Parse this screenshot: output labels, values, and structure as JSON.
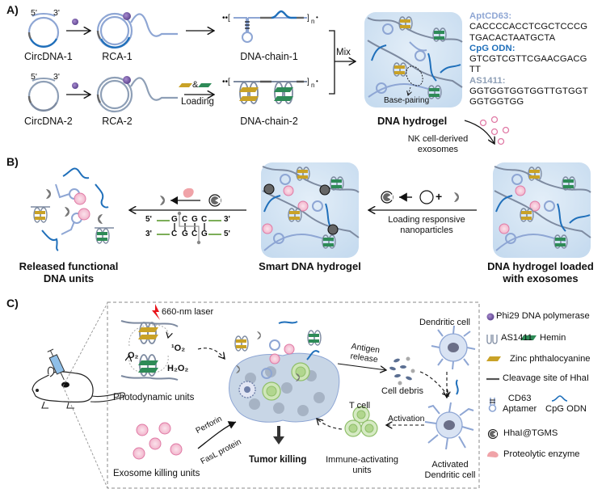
{
  "figure": {
    "panels": {
      "a": "A)",
      "b": "B)",
      "c": "C)"
    },
    "panel_a": {
      "row1": {
        "circ": "CircDNA-1",
        "rca": "RCA-1",
        "chain": "DNA-chain-1"
      },
      "row2": {
        "circ": "CircDNA-2",
        "rca": "RCA-2",
        "chain": "DNA-chain-2",
        "loading": "Loading",
        "amp": "&"
      },
      "ends": {
        "five": "5'",
        "three": "3'"
      },
      "repeat_n": "n",
      "mix": "Mix",
      "base_pairing": "Base-pairing",
      "hydrogel": "DNA hydrogel",
      "sequences": [
        {
          "name": "AptCD63:",
          "lines": [
            "CACCCCACCTCGCTCCCG",
            "TGACACTAATGCTA"
          ]
        },
        {
          "name": "CpG ODN:",
          "lines": [
            "GTCGTCGTTCGAACGACG",
            "TT"
          ]
        },
        {
          "name": "AS1411:",
          "lines": [
            "GGTGGTGGTGGTTGTGGT",
            "GGTGGTGG"
          ]
        }
      ]
    },
    "panel_b": {
      "nk_exosomes": [
        "NK cell-derived",
        "exosomes"
      ],
      "loaded": [
        "DNA hydrogel loaded",
        "with exosomes"
      ],
      "loading_np": [
        "Loading responsive",
        "nanoparticles"
      ],
      "smart": "Smart DNA hydrogel",
      "released": [
        "Released functional",
        "DNA units"
      ],
      "plus": "+",
      "cleavage": {
        "top": [
          "5'",
          "G",
          "C",
          "G",
          "C",
          "3'"
        ],
        "bottom": [
          "3'",
          "C",
          "G",
          "C",
          "G",
          "5'"
        ]
      }
    },
    "panel_c": {
      "laser": "660-nm laser",
      "singlet_o2": "¹O₂",
      "o2": "O₂",
      "h2o2": "H₂O₂",
      "photodynamic": "Photodynamic units",
      "exosome_units": "Exosome killing units",
      "perforin": "Perforin",
      "fasl": "FasL protein",
      "tumor_killing": "Tumor killing",
      "antigen": [
        "Antigen",
        "release"
      ],
      "cell_debris": "Cell debris",
      "dendritic": "Dendritic cell",
      "activated_dc": [
        "Activated",
        "Dendritic cell"
      ],
      "activation": "Activation",
      "t_cell": "T cell",
      "immune_units": [
        "Immune-activating",
        "units"
      ]
    },
    "legend": [
      {
        "icon": "polymerase-icon",
        "label": "Phi29 DNA polymerase"
      },
      {
        "icon": "as1411-icon",
        "label": "AS1411"
      },
      {
        "icon": "hemin-icon",
        "label": "Hemin"
      },
      {
        "icon": "zinc-phthalocyanine-icon",
        "label": "Zinc phthalocyanine"
      },
      {
        "icon": "cleavage-site-icon",
        "label": "Cleavage site of HhaI"
      },
      {
        "icon": "cd63-aptamer-icon",
        "label": [
          "CD63",
          "Aptamer"
        ]
      },
      {
        "icon": "cpg-odn-icon",
        "label": "CpG ODN"
      },
      {
        "icon": "hhai-tgms-icon",
        "label": "HhaI@TGMS"
      },
      {
        "icon": "proteolytic-enzyme-icon",
        "label": "Proteolytic enzyme"
      }
    ],
    "colors": {
      "light_blue_dna": "#8ea6d4",
      "dark_blue_dna": "#1f6fba",
      "gray_dna": "#7d8aa0",
      "cleavage_gray": "#555555",
      "hemin_green": "#2e8b57",
      "zinc_gold": "#c9a227",
      "polymerase_purple": "#7b5ea7",
      "exosome_pink": "#e07aa5",
      "enzyme_pink": "#f0a3a8",
      "hydrogel_bg": "#d5e6f5",
      "laser_red": "#e8141b",
      "cleavage_green": "#5b9a2e",
      "tcell_green": "#a8d08d"
    }
  }
}
